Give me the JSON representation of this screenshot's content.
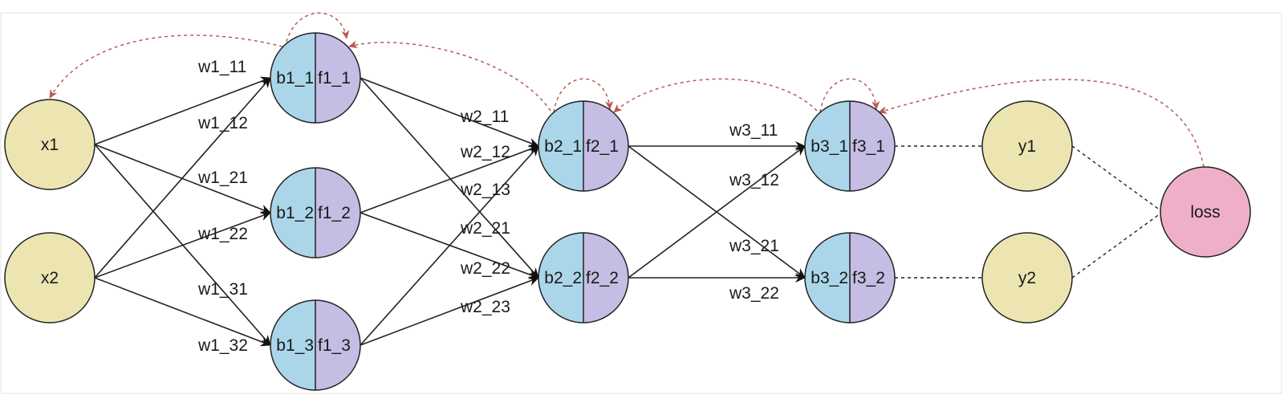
{
  "colors": {
    "input": "#ece5b2",
    "bias_half": "#abd6ea",
    "func_half": "#c5bde3",
    "loss": "#f0afc8",
    "edge": "#222222",
    "backprop": "#b85c55"
  },
  "inputs": [
    {
      "id": "x1",
      "label": "x1"
    },
    {
      "id": "x2",
      "label": "x2"
    }
  ],
  "layer1": [
    {
      "id": "n1_1",
      "b": "b1_1",
      "f": "f1_1"
    },
    {
      "id": "n1_2",
      "b": "b1_2",
      "f": "f1_2"
    },
    {
      "id": "n1_3",
      "b": "b1_3",
      "f": "f1_3"
    }
  ],
  "layer2": [
    {
      "id": "n2_1",
      "b": "b2_1",
      "f": "f2_1"
    },
    {
      "id": "n2_2",
      "b": "b2_2",
      "f": "f2_2"
    }
  ],
  "layer3": [
    {
      "id": "n3_1",
      "b": "b3_1",
      "f": "f3_1"
    },
    {
      "id": "n3_2",
      "b": "b3_2",
      "f": "f3_2"
    }
  ],
  "targets": [
    {
      "id": "y1",
      "label": "y1"
    },
    {
      "id": "y2",
      "label": "y2"
    }
  ],
  "loss": {
    "id": "loss",
    "label": "loss"
  },
  "weights": {
    "w1_11": "w1_11",
    "w1_12": "w1_12",
    "w1_21": "w1_21",
    "w1_22": "w1_22",
    "w1_31": "w1_31",
    "w1_32": "w1_32",
    "w2_11": "w2_11",
    "w2_12": "w2_12",
    "w2_13": "w2_13",
    "w2_21": "w2_21",
    "w2_22": "w2_22",
    "w2_23": "w2_23",
    "w3_11": "w3_11",
    "w3_12": "w3_12",
    "w3_21": "w3_21",
    "w3_22": "w3_22"
  }
}
